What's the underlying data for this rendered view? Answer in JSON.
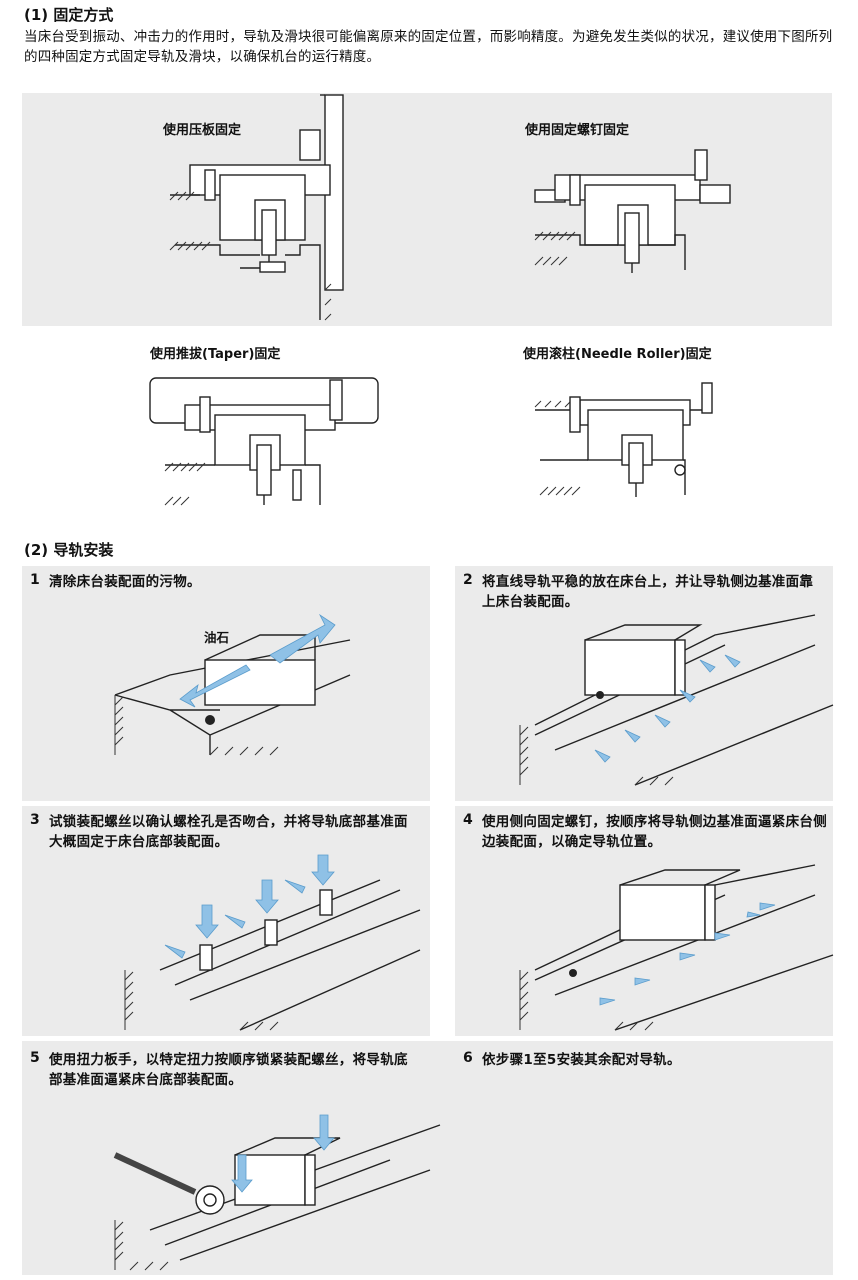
{
  "section1": {
    "title": "(1) 固定方式",
    "intro": "当床台受到振动、冲击力的作用时，导轨及滑块很可能偏离原来的固定位置，而影响精度。为避免发生类似的状况，建议使用下图所列的四种固定方式固定导轨及滑块，以确保机台的运行精度。",
    "methods": [
      "使用压板固定",
      "使用固定螺钉固定",
      "使用推拔(Taper)固定",
      "使用滚柱(Needle Roller)固定"
    ]
  },
  "section2": {
    "title": "(2) 导轨安装",
    "steps": [
      {
        "num": "1",
        "text": "清除床台装配面的污物。",
        "label": "油石"
      },
      {
        "num": "2",
        "text": "将直线导轨平稳的放在床台上，并让导轨侧边基准面靠上床台装配面。"
      },
      {
        "num": "3",
        "text": "试锁装配螺丝以确认螺栓孔是否吻合，并将导轨底部基准面大概固定于床台底部装配面。"
      },
      {
        "num": "4",
        "text": "使用侧向固定螺钉，按顺序将导轨侧边基准面逼紧床台侧边装配面，以确定导轨位置。"
      },
      {
        "num": "5",
        "text": "使用扭力板手，以特定扭力按顺序锁紧装配螺丝，将导轨底部基准面逼紧床台底部装配面。"
      },
      {
        "num": "6",
        "text": "依步骤1至5安装其余配对导轨。"
      }
    ]
  },
  "colors": {
    "panel": "#ebebeb",
    "arrow": "#8fc1e6"
  }
}
